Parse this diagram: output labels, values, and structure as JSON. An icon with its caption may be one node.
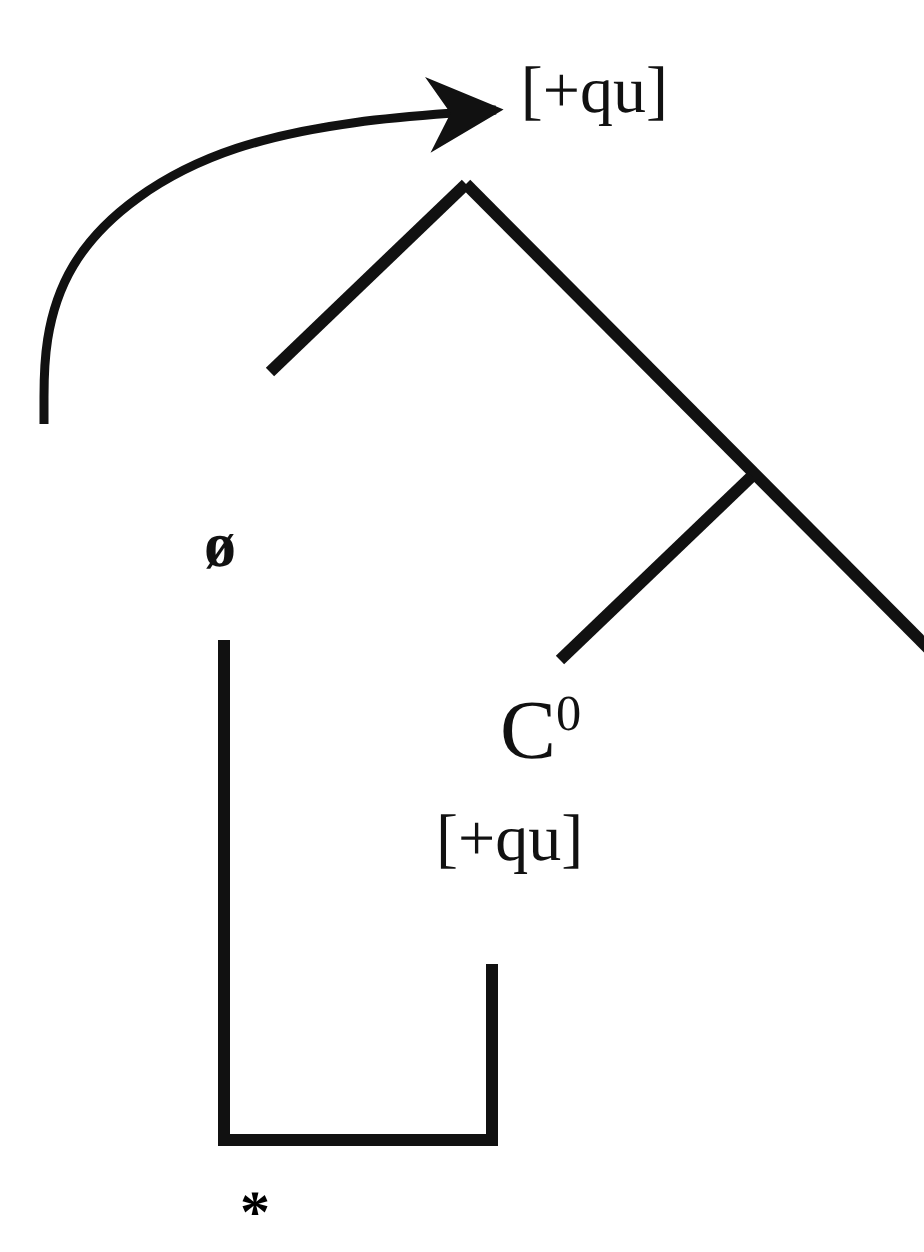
{
  "diagram": {
    "nodes": [
      {
        "text": [
          "[+qu]"
        ]
      },
      {
        "text": [
          "ø"
        ]
      },
      {
        "text": [
          "C$^{0}$"
        ]
      },
      {
        "text": [
          "[+qu]"
        ]
      }
    ],
    "edges": [
      {
        "from": null,
        "to": 0,
        "arrow": "to"
      },
      {
        "from": 0,
        "to": null,
        "arrow": "none"
      },
      {
        "from": 0,
        "to": null,
        "arrow": "none"
      },
      {
        "from": null,
        "to": 2,
        "arrow": "none"
      },
      {
        "from": 1,
        "to": 3,
        "arrow": "none",
        "label": "*"
      }
    ]
  }
}
